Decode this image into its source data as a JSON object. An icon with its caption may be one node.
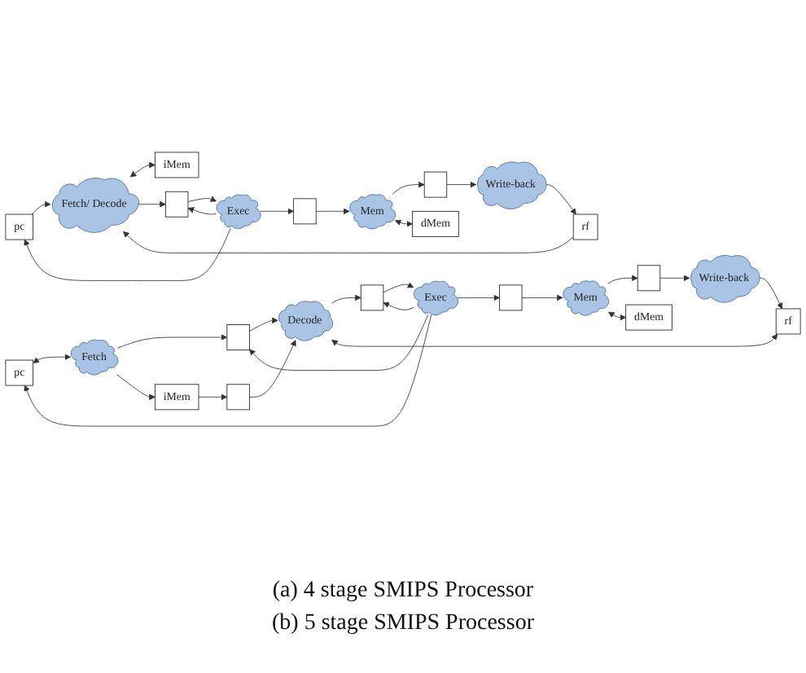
{
  "diagram": {
    "nodes": [
      {
        "text": [
          "pc"
        ]
      },
      {
        "text": [
          "rf"
        ]
      },
      {
        "text": [
          "Fetch/ Decode"
        ]
      },
      {
        "text": [],
        "shape": "box"
      },
      {
        "text": [
          "Exec"
        ]
      },
      {
        "text": [],
        "shape": "box"
      },
      {
        "text": [
          "Mem"
        ]
      },
      {
        "text": [],
        "shape": "box"
      },
      {
        "text": [
          "Write-back"
        ]
      },
      {
        "text": [
          "iMem"
        ]
      },
      {
        "text": [
          "dMem"
        ]
      },
      {
        "text": [
          "pc"
        ]
      },
      {
        "text": [
          "rf"
        ]
      },
      {
        "text": [
          "Fetch"
        ]
      },
      {
        "text": [],
        "shape": "box"
      },
      {
        "text": [
          "Decode"
        ]
      },
      {
        "text": [],
        "shape": "box"
      },
      {
        "text": [
          "Exec"
        ]
      },
      {
        "text": [],
        "shape": "box"
      },
      {
        "text": [
          "Mem"
        ]
      },
      {
        "text": [],
        "shape": "box"
      },
      {
        "text": [
          "Write-back"
        ]
      },
      {
        "text": [
          "iMem"
        ]
      },
      {
        "text": [],
        "shape": "box"
      },
      {
        "text": [
          "dMem"
        ]
      }
    ],
    "edges": [
      {
        "from": 0,
        "to": 2,
        "arrow": "to"
      },
      {
        "from": 1,
        "to": 2,
        "arrow": "to"
      },
      {
        "from": 2,
        "to": 9,
        "arrow": "both"
      },
      {
        "from": 2,
        "to": 3,
        "arrow": "to"
      },
      {
        "from": 3,
        "to": 4,
        "arrow": "to"
      },
      {
        "from": 4,
        "to": 5,
        "arrow": "to"
      },
      {
        "from": 5,
        "to": 6,
        "arrow": "to"
      },
      {
        "from": 6,
        "to": 7,
        "arrow": "to"
      },
      {
        "from": 7,
        "to": 8,
        "arrow": "to"
      },
      {
        "from": 6,
        "to": 10,
        "arrow": "both"
      },
      {
        "from": 8,
        "to": 1,
        "arrow": "to"
      },
      {
        "from": 4,
        "to": 0,
        "arrow": "to"
      },
      {
        "from": 4,
        "to": 3,
        "arrow": "to"
      },
      {
        "from": 11,
        "to": 13,
        "arrow": "both"
      },
      {
        "from": 12,
        "to": 15,
        "arrow": "both"
      },
      {
        "from": 13,
        "to": 14,
        "arrow": "to"
      },
      {
        "from": 14,
        "to": 15,
        "arrow": "to"
      },
      {
        "from": 15,
        "to": 16,
        "arrow": "to"
      },
      {
        "from": 16,
        "to": 17,
        "arrow": "to"
      },
      {
        "from": 17,
        "to": 18,
        "arrow": "to"
      },
      {
        "from": 18,
        "to": 19,
        "arrow": "to"
      },
      {
        "from": 19,
        "to": 20,
        "arrow": "to"
      },
      {
        "from": 20,
        "to": 21,
        "arrow": "to"
      },
      {
        "from": 19,
        "to": 24,
        "arrow": "both"
      },
      {
        "from": 21,
        "to": 12,
        "arrow": "to"
      },
      {
        "from": 13,
        "to": 22,
        "arrow": "to"
      },
      {
        "from": 22,
        "to": 23,
        "arrow": "to"
      },
      {
        "from": 23,
        "to": 15,
        "arrow": "to"
      },
      {
        "from": 17,
        "to": 11,
        "arrow": "to"
      },
      {
        "from": 17,
        "to": 14,
        "arrow": "to"
      },
      {
        "from": 17,
        "to": 16,
        "arrow": "to"
      }
    ],
    "labels": [
      "(a) 4 stage SMIPS Processor",
      "(b) 5 stage SMIPS Processor"
    ]
  }
}
